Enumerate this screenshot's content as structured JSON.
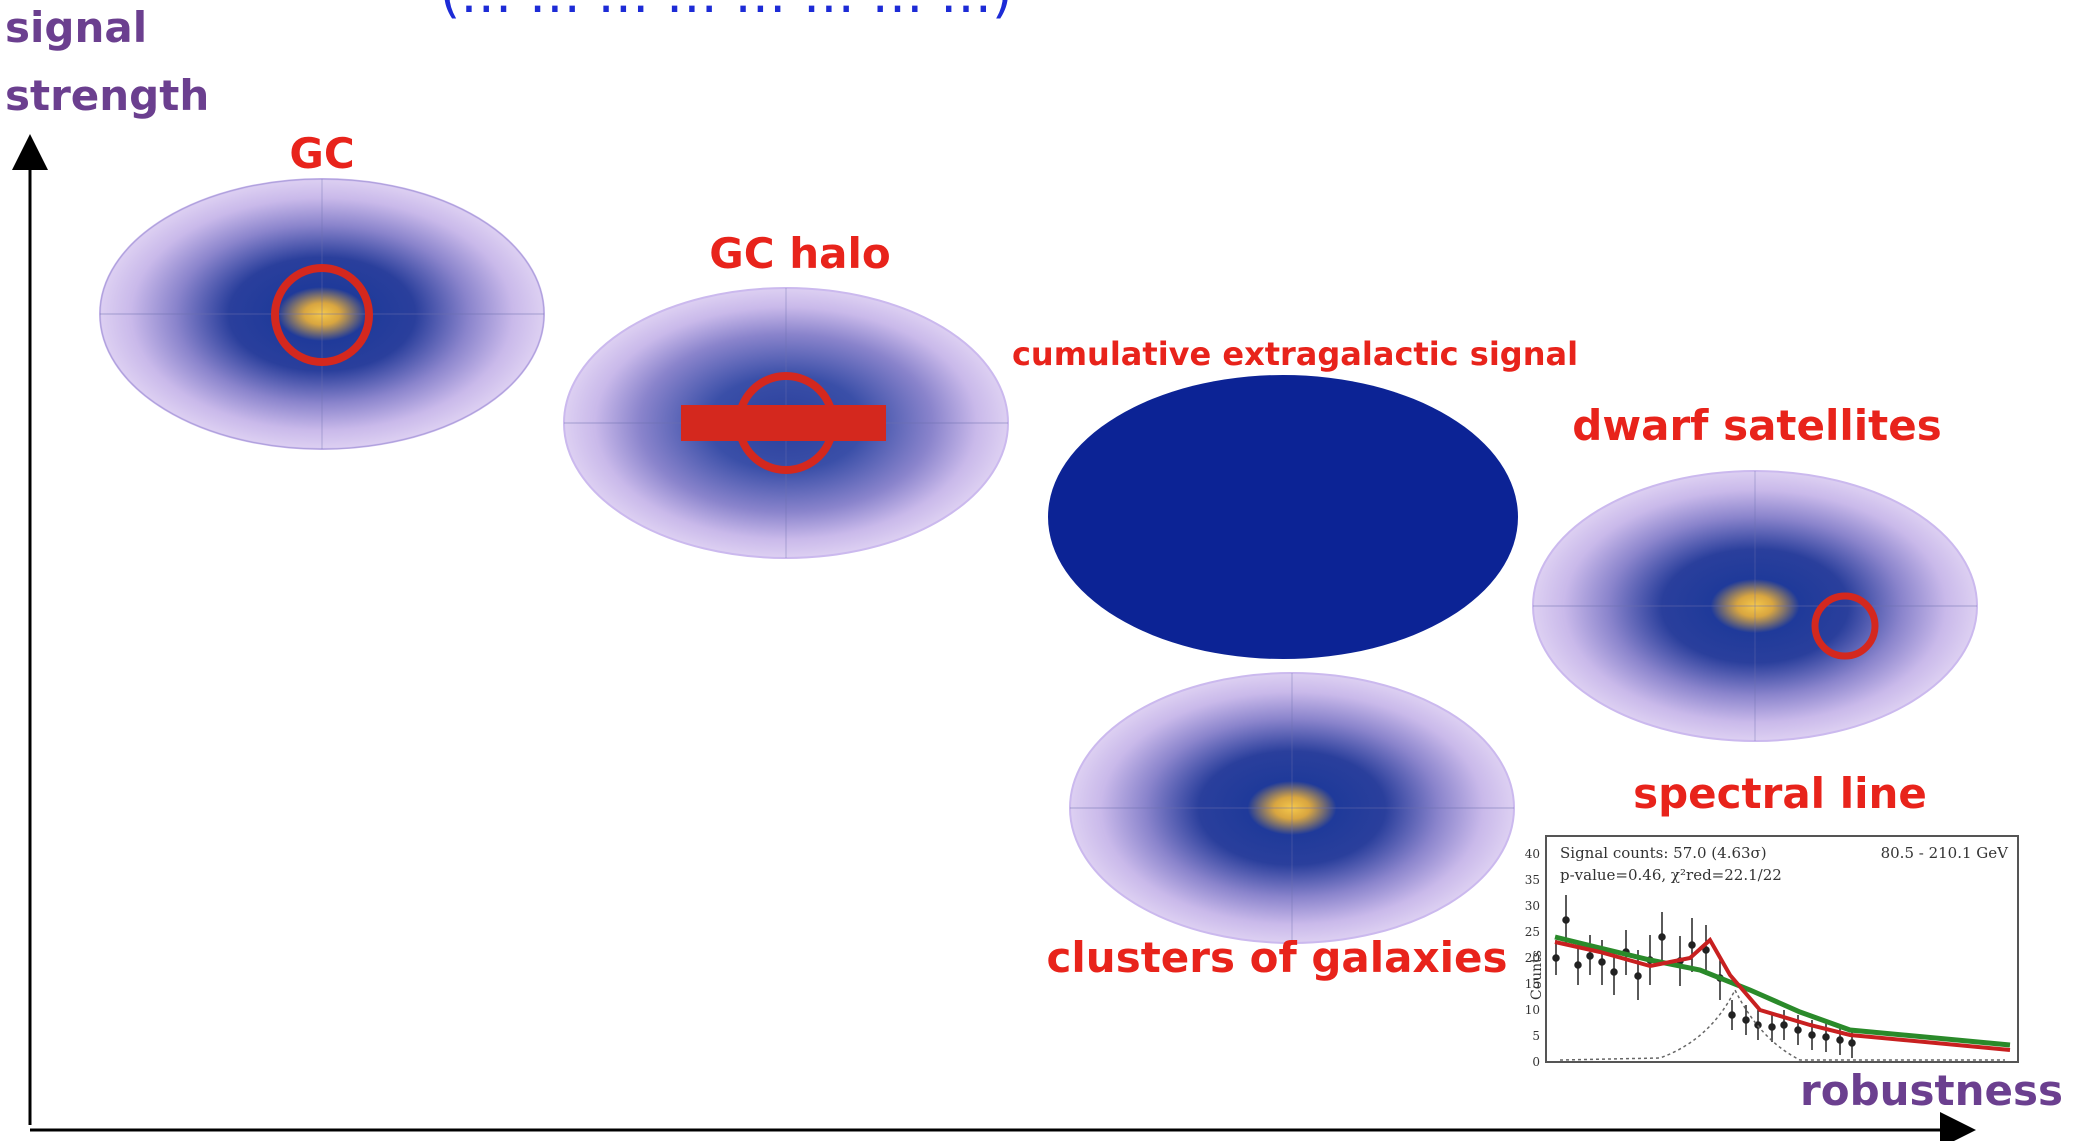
{
  "header_partial": "(… … … … … … … …)",
  "axes": {
    "y_label_line1": "signal",
    "y_label_line2": "strength",
    "x_label": "robustness"
  },
  "targets": [
    {
      "label": "GC"
    },
    {
      "label": "GC halo"
    },
    {
      "label": "cumulative extragalactic signal"
    },
    {
      "label": "dwarf satellites"
    },
    {
      "label": "clusters of galaxies"
    },
    {
      "label": "spectral line"
    }
  ],
  "spectrum": {
    "annotation_1": "Signal counts: 57.0 (4.63σ)",
    "annotation_2": "p-value=0.46, χ²red=22.1/22",
    "energy_range": "80.5 - 210.1 GeV",
    "ylabel": "Counts",
    "yticks": [
      "0",
      "5",
      "10",
      "15",
      "20",
      "25",
      "30",
      "35",
      "40"
    ]
  },
  "colors": {
    "label_red": "#e8231b",
    "axis_label_purple": "#6b3f8f",
    "extragalactic_fill": "#0c2395",
    "sky_outer": "#d6c8f0",
    "sky_inner": "#0e1e73",
    "core_yellow": "#f3c846"
  }
}
